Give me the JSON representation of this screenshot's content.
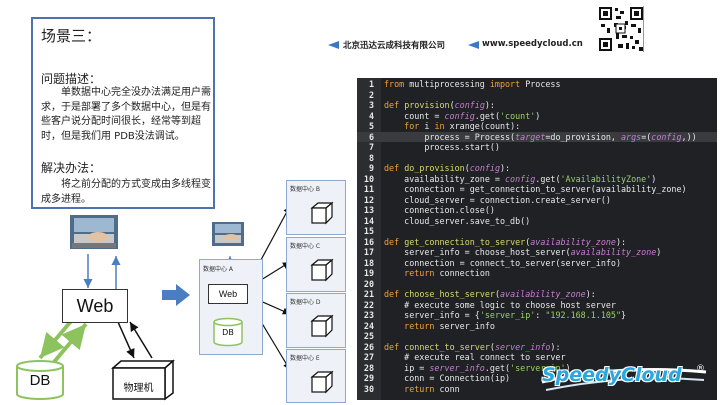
{
  "slide": {
    "scene_title": "场景三：",
    "problem_heading": "问题描述：",
    "problem_text": "单数据中心完全没办法满足用户需求，于是部署了多个数据中心，但是有些客户说分配时间很长，经常等到超时，但是我们用 PDB没法调试。",
    "solution_heading": "解决办法：",
    "solution_text": "将之前分配的方式变成由多线程变成多进程。"
  },
  "header": {
    "company": "北京迅达云成科技有限公司",
    "website": "www.speedycloud.cn",
    "accent_color": "#3b78c4"
  },
  "diagram": {
    "left": {
      "web": "Web",
      "db": "DB",
      "physical": "物理机"
    },
    "middle": {
      "dc": "数据中心 A",
      "web": "Web",
      "db": "DB"
    },
    "dcs": [
      "数据中心 B",
      "数据中心 C",
      "数据中心 D",
      "数据中心 E"
    ],
    "arrow_color": "#4a7ec2",
    "db_color": "#8dc35f"
  },
  "logo": {
    "text": "SpeedyCloud",
    "mark": "®",
    "color": "#2aa7df"
  },
  "code": {
    "line_numbers": [
      "1",
      "2",
      "3",
      "4",
      "5",
      "6",
      "7",
      "8",
      "9",
      "10",
      "11",
      "12",
      "13",
      "14",
      "15",
      "16",
      "17",
      "18",
      "19",
      "20",
      "21",
      "22",
      "23",
      "24",
      "25",
      "26",
      "27",
      "28",
      "29",
      "30"
    ],
    "lines": [
      "from multiprocessing import Process",
      "",
      "def provision(config):",
      "    count = config.get('count')",
      "    for i in xrange(count):",
      "        process = Process(target=do_provision, args=(config,))",
      "        process.start()",
      "",
      "def do_provision(config):",
      "    availability_zone = config.get('AvailabilityZone')",
      "    connection = get_connection_to_server(availability_zone)",
      "    cloud_server = connection.create_server()",
      "    connection.close()",
      "    cloud_server.save_to_db()",
      "",
      "def get_connection_to_server(availability_zone):",
      "    server_info = choose_host_server(availability_zone)",
      "    connection = connect_to_server(server_info)",
      "    return connection",
      "",
      "def choose_host_server(availability_zone):",
      "    # execute some logic to choose host server",
      "    server_info = {'server_ip': \"192.168.1.105\"}",
      "    return server_info",
      "",
      "def connect_to_server(server_info):",
      "    # execute real connect to server",
      "    ip = server_info.get('server_ip')",
      "    conn = Connection(ip)",
      "    return conn"
    ]
  }
}
